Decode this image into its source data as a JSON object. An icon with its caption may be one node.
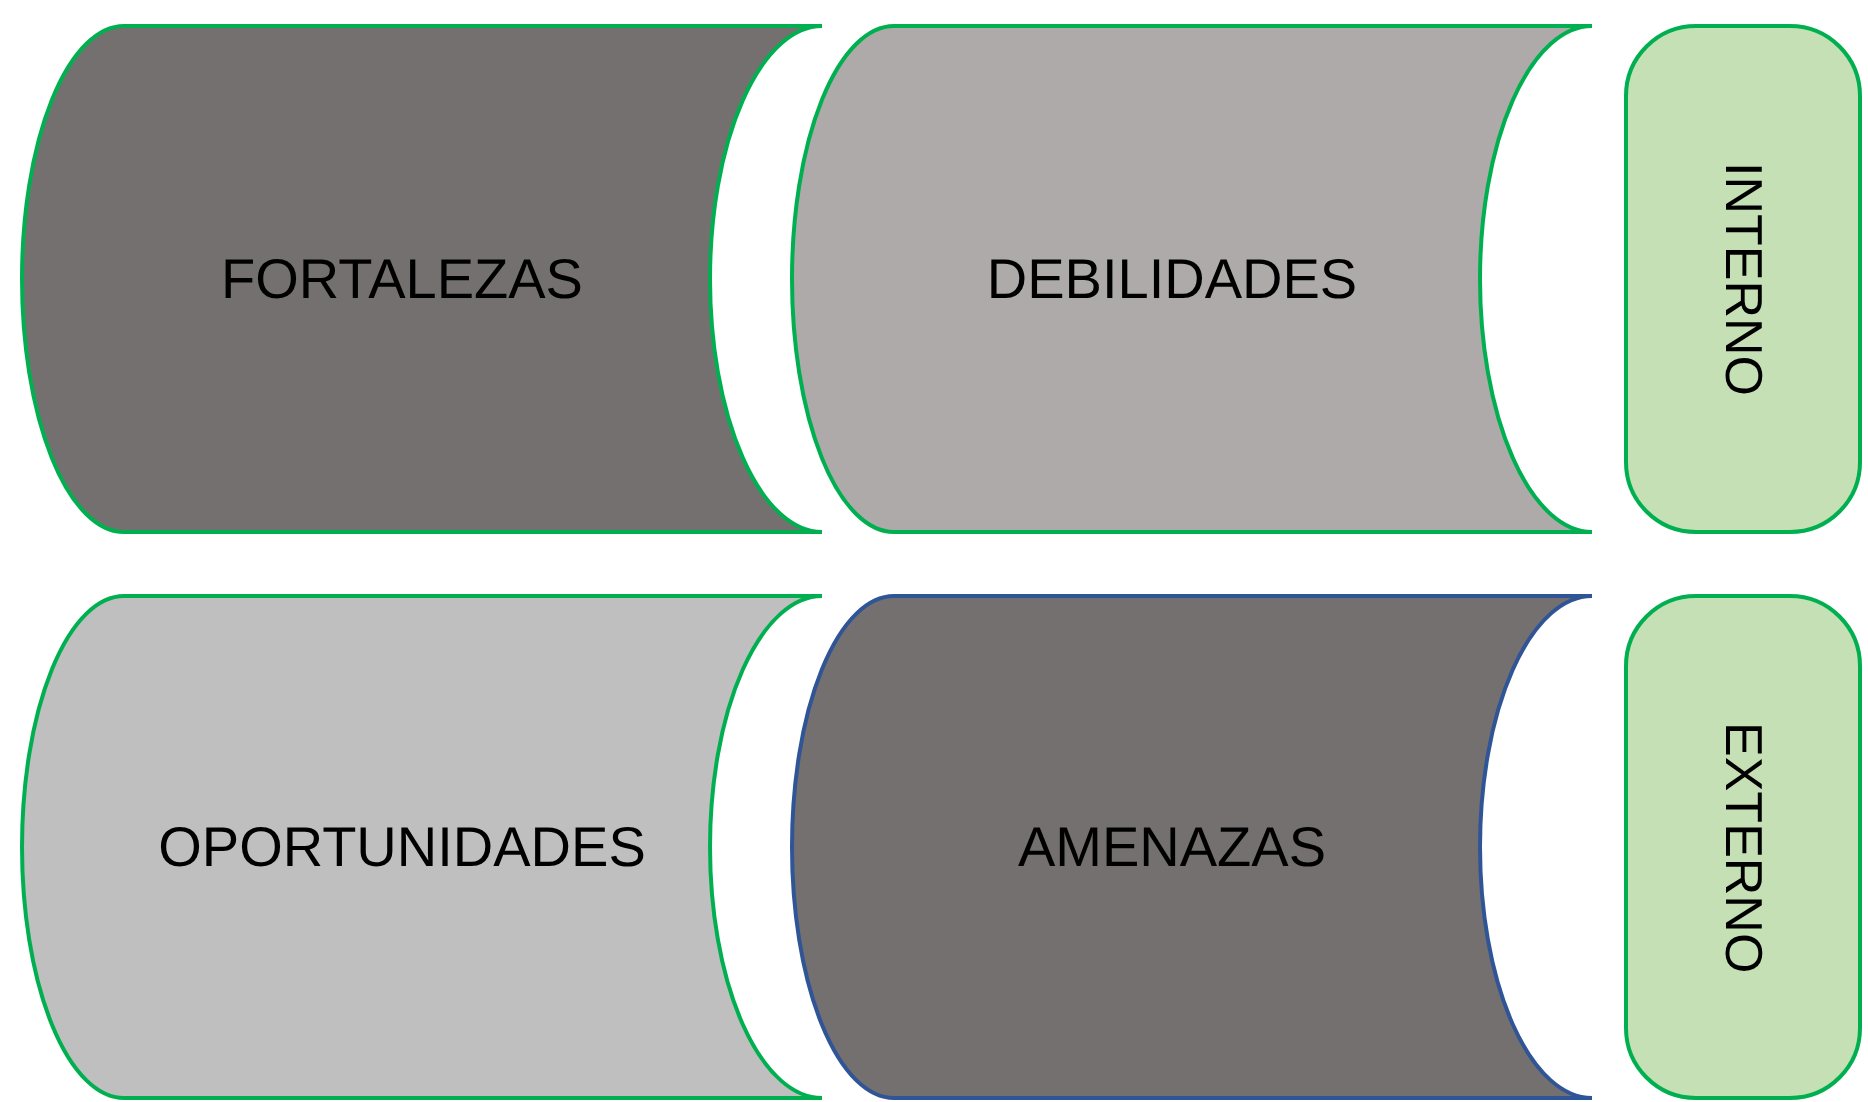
{
  "diagram": {
    "nodes": [
      {
        "text": [
          "FORTALEZAS"
        ]
      },
      {
        "text": [
          "DEBILIDADES"
        ]
      },
      {
        "text": [
          "INTERNO"
        ]
      },
      {
        "text": [
          "OPORTUNIDADES"
        ]
      },
      {
        "text": [
          "AMENAZAS"
        ]
      },
      {
        "text": [
          "EXTERNO"
        ]
      }
    ]
  }
}
